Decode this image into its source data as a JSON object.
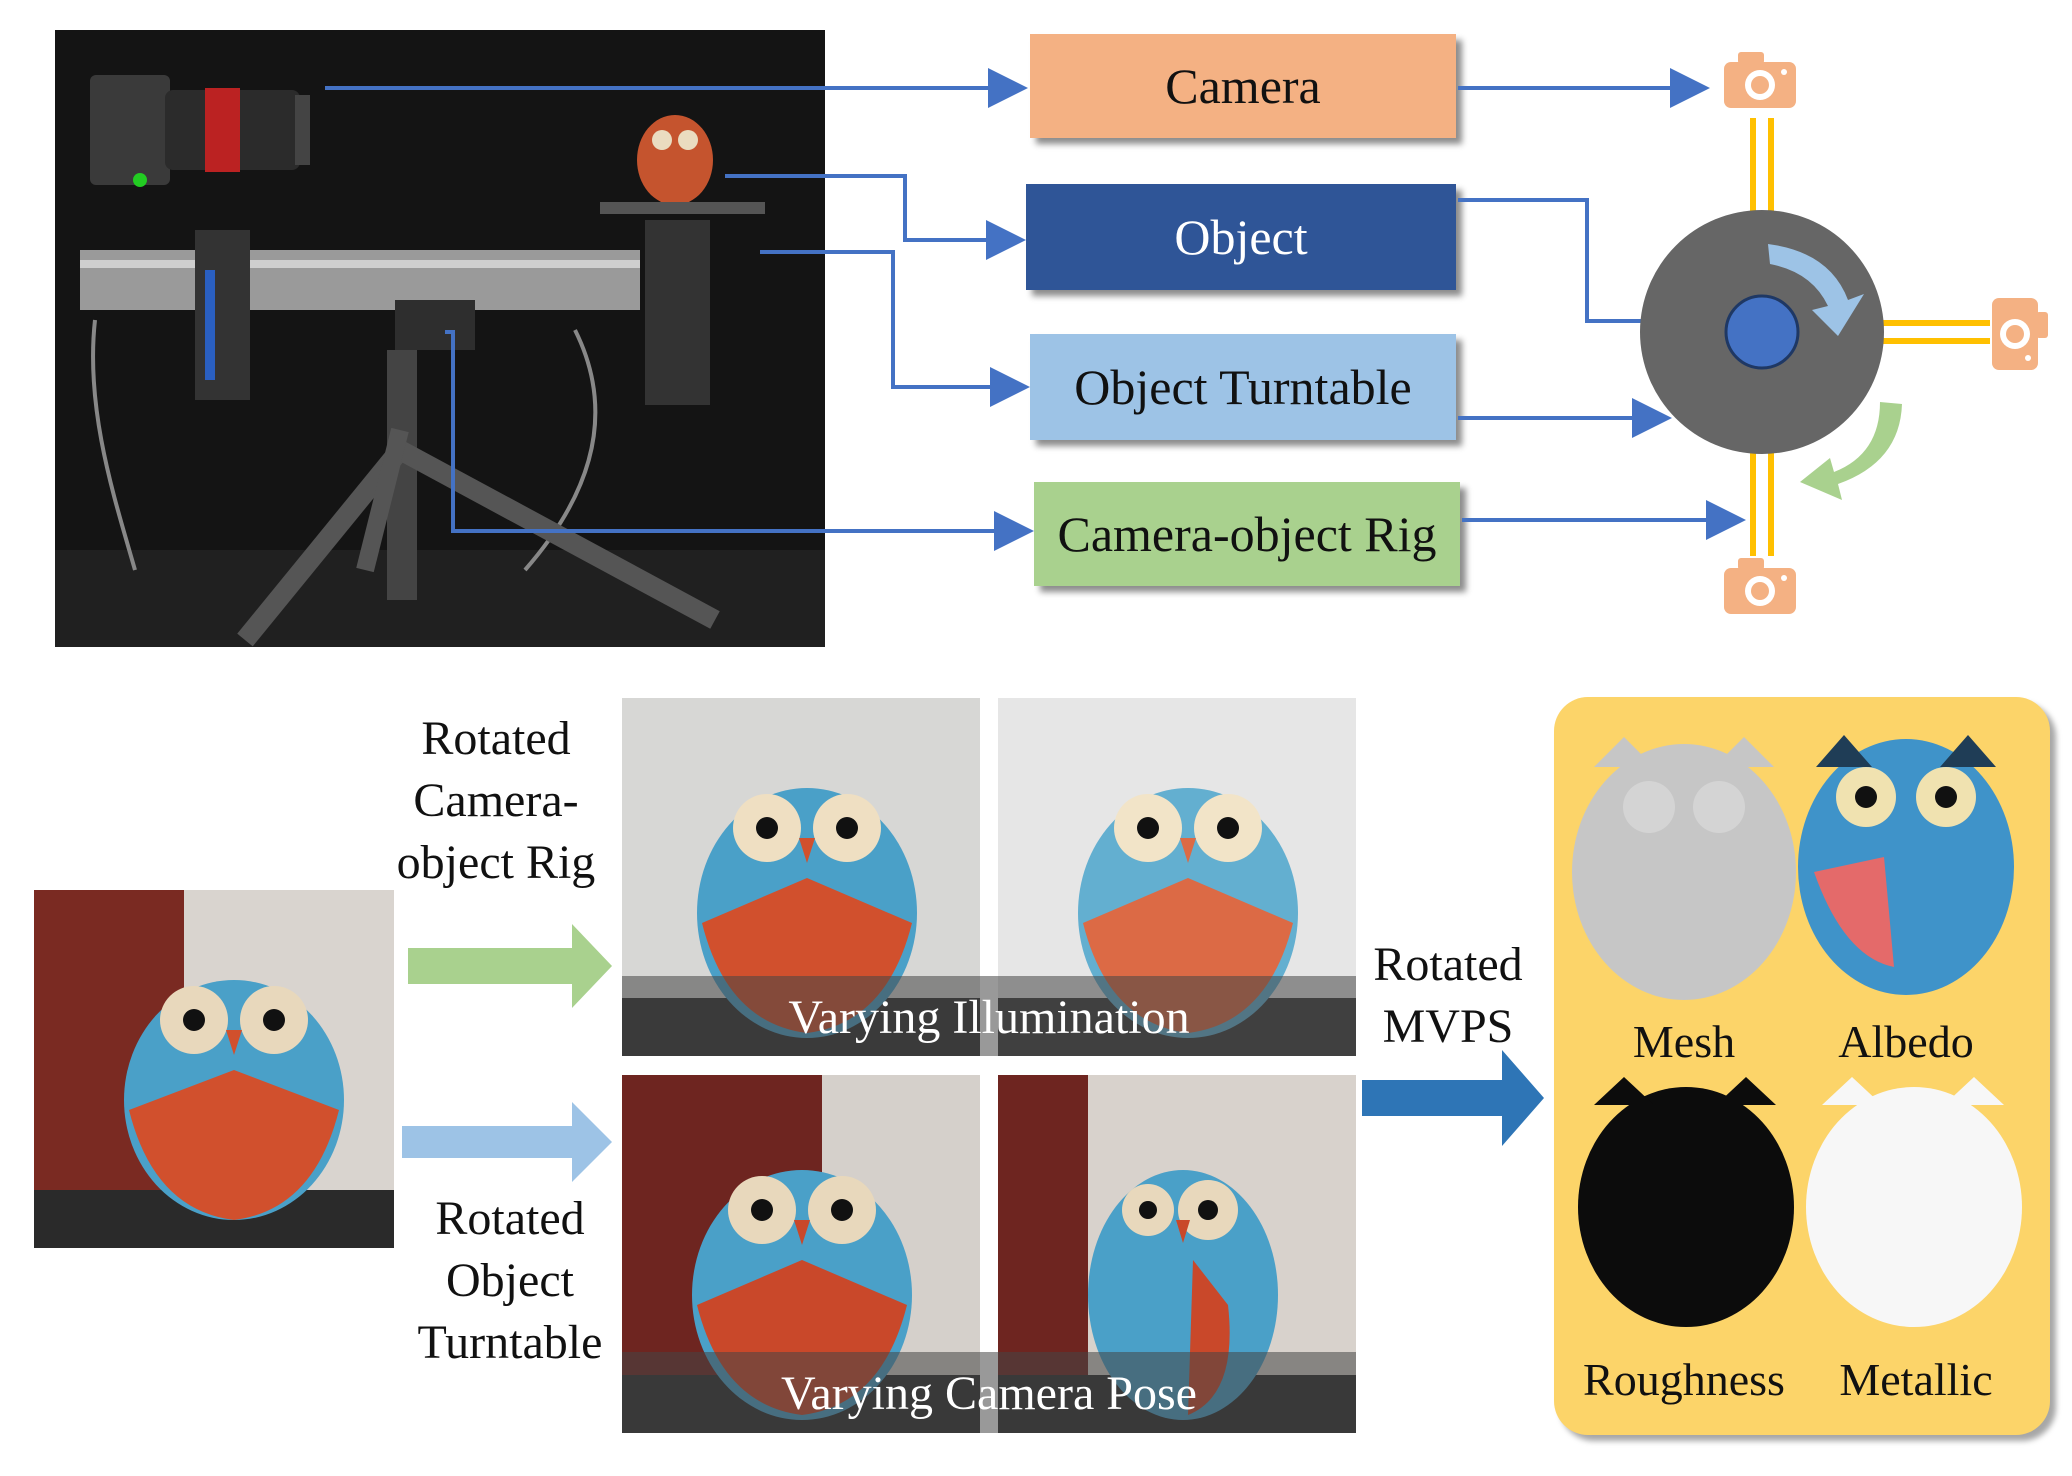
{
  "colors": {
    "camera_box": "#f4b183",
    "object_box": "#2f5597",
    "turntable_box": "#9dc3e6",
    "rig_box": "#a9d18e",
    "connector_blue": "#4472c4",
    "rail_gold": "#ffc000",
    "disk_gray": "#666666",
    "center_blue": "#4472c4",
    "rotate_arrow_blue": "#9dc3e6",
    "rotate_arrow_green": "#a9d18e",
    "flow_arrow_green": "#a9d18e",
    "flow_arrow_lightblue": "#9dc3e6",
    "flow_arrow_darkblue": "#2e75b6",
    "material_panel": "#fcd469",
    "camera_icon": "#f4b183"
  },
  "legend": {
    "camera": "Camera",
    "object": "Object",
    "turntable": "Object Turntable",
    "rig": "Camera-object Rig"
  },
  "labels": {
    "rotated_rig": [
      "Rotated",
      "Camera-",
      "object Rig"
    ],
    "rotated_turntable": [
      "Rotated",
      "Object",
      "Turntable"
    ],
    "rotated_mvps": [
      "Rotated",
      "MVPS"
    ]
  },
  "captions": {
    "illumination": "Varying Illumination",
    "camera_pose": "Varying Camera Pose"
  },
  "materials": {
    "mesh": "Mesh",
    "albedo": "Albedo",
    "roughness": "Roughness",
    "metallic": "Metallic"
  },
  "icons": [
    "camera-icon",
    "rotate-arrow-icon",
    "flow-arrow-icon"
  ]
}
